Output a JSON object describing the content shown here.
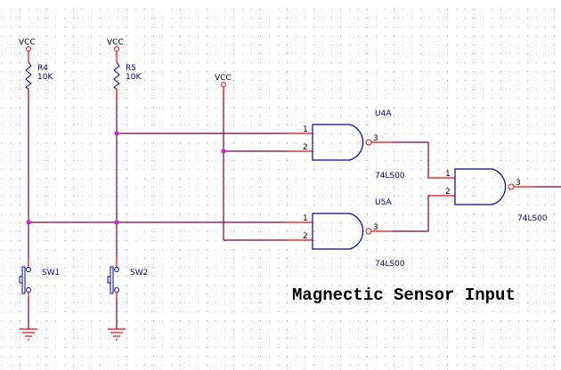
{
  "colors": {
    "wire": "#800040",
    "pin": "#ff0000",
    "component": "#0000c0",
    "label_black": "#000000",
    "label_blue": "#000080",
    "junction": "#ff00ff",
    "grid_dots": [
      "#c0c080",
      "#80c0c0",
      "#c080c0"
    ]
  },
  "power": [
    {
      "id": "vcc-1",
      "label": "VCC"
    },
    {
      "id": "vcc-2",
      "label": "VCC"
    },
    {
      "id": "vcc-3",
      "label": "VCC"
    }
  ],
  "resistors": [
    {
      "ref": "R4",
      "value": "10K"
    },
    {
      "ref": "R5",
      "value": "10K"
    }
  ],
  "switches": [
    {
      "ref": "SW1"
    },
    {
      "ref": "SW2"
    }
  ],
  "gates": [
    {
      "ref": "U4A",
      "part": "74LS00",
      "pins": [
        "1",
        "2",
        "3"
      ]
    },
    {
      "ref": "U5A",
      "part": "74LS00",
      "pins": [
        "1",
        "2",
        "3"
      ]
    },
    {
      "ref": "",
      "part": "74LS00",
      "pins": [
        "1",
        "2",
        "3"
      ]
    }
  ],
  "title": "Magnectic Sensor Input"
}
